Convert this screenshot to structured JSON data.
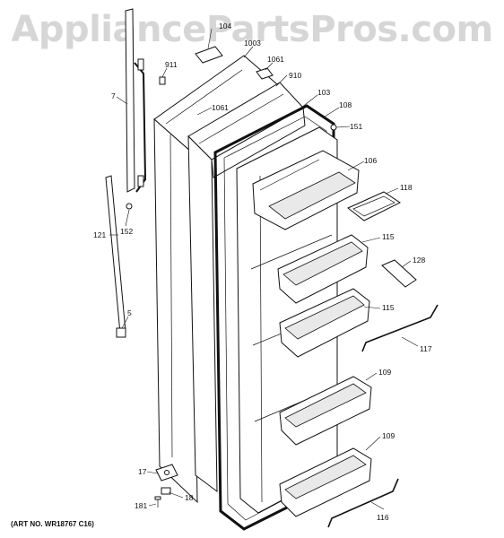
{
  "watermark": "AppliancePartsPros.com",
  "art_number": "(ART NO. WR18767 C16)",
  "callouts": [
    {
      "id": "c104",
      "text": "104"
    },
    {
      "id": "c1003",
      "text": "1003"
    },
    {
      "id": "c911",
      "text": "911"
    },
    {
      "id": "c1061a",
      "text": "1061"
    },
    {
      "id": "c910",
      "text": "910"
    },
    {
      "id": "c7",
      "text": "7"
    },
    {
      "id": "c1061b",
      "text": "1061"
    },
    {
      "id": "c103",
      "text": "103"
    },
    {
      "id": "c108",
      "text": "108"
    },
    {
      "id": "c151",
      "text": "151"
    },
    {
      "id": "c106",
      "text": "106"
    },
    {
      "id": "c118",
      "text": "118"
    },
    {
      "id": "c121",
      "text": "121"
    },
    {
      "id": "c152",
      "text": "152"
    },
    {
      "id": "c115a",
      "text": "115"
    },
    {
      "id": "c128",
      "text": "128"
    },
    {
      "id": "c5",
      "text": "5"
    },
    {
      "id": "c115b",
      "text": "115"
    },
    {
      "id": "c117",
      "text": "117"
    },
    {
      "id": "c109a",
      "text": "109"
    },
    {
      "id": "c109b",
      "text": "109"
    },
    {
      "id": "c17",
      "text": "17"
    },
    {
      "id": "c18",
      "text": "18"
    },
    {
      "id": "c181",
      "text": "181"
    },
    {
      "id": "c116",
      "text": "116"
    }
  ]
}
